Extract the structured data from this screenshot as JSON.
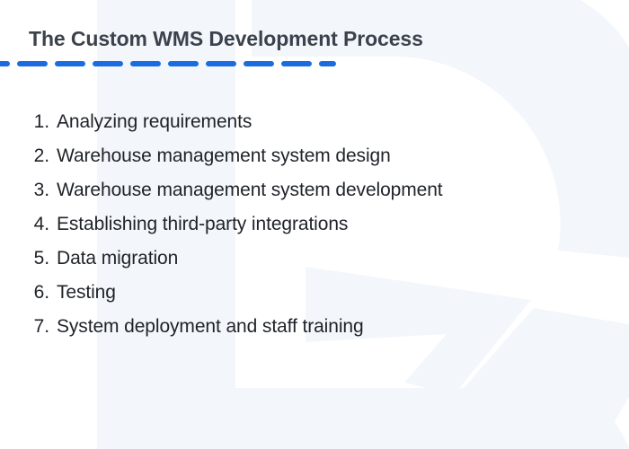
{
  "page": {
    "title": "The Custom WMS Development Process"
  },
  "divider": {
    "color": "#1a6ce0"
  },
  "watermark": {
    "color": "#f3f7fc"
  },
  "text_colors": {
    "title": "#3c424c",
    "body": "#1f2329"
  },
  "list": {
    "items": [
      {
        "number": "1.",
        "label": "Analyzing requirements"
      },
      {
        "number": "2.",
        "label": "Warehouse management system design"
      },
      {
        "number": "3.",
        "label": "Warehouse management system development"
      },
      {
        "number": "4.",
        "label": "Establishing third-party integrations"
      },
      {
        "number": "5.",
        "label": "Data migration"
      },
      {
        "number": "6.",
        "label": "Testing"
      },
      {
        "number": "7.",
        "label": "System deployment and staff training"
      }
    ]
  }
}
